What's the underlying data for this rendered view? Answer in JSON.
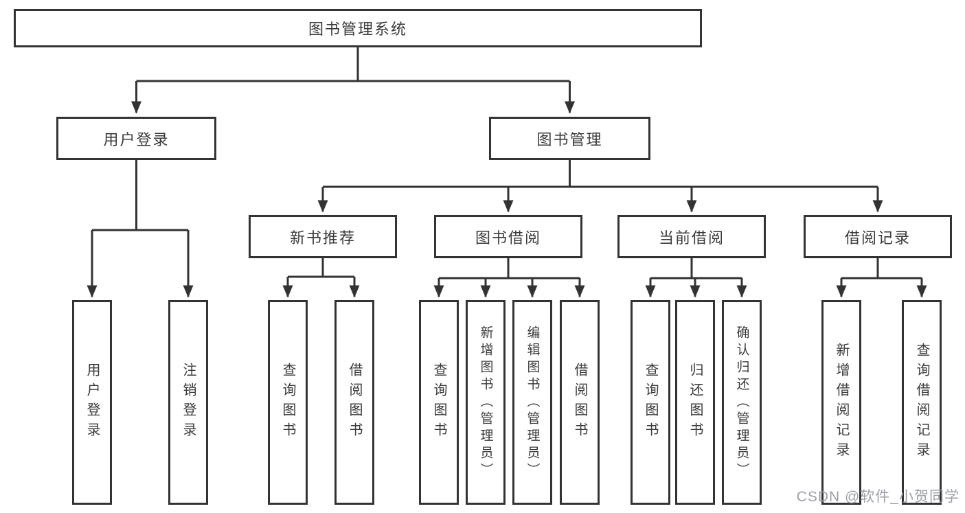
{
  "tree": {
    "root": {
      "label": "图书管理系统"
    },
    "branches": [
      {
        "label": "用户登录",
        "children": [
          {
            "label": "用户登录"
          },
          {
            "label": "注销登录"
          }
        ]
      },
      {
        "label": "图书管理",
        "groups": [
          {
            "label": "新书推荐",
            "children": [
              {
                "label": "查询图书"
              },
              {
                "label": "借阅图书"
              }
            ]
          },
          {
            "label": "图书借阅",
            "children": [
              {
                "label": "查询图书"
              },
              {
                "label": "新增图书（管理员）"
              },
              {
                "label": "编辑图书（管理员）"
              },
              {
                "label": "借阅图书"
              }
            ]
          },
          {
            "label": "当前借阅",
            "children": [
              {
                "label": "查询图书"
              },
              {
                "label": "归还图书"
              },
              {
                "label": "确认归还（管理员）"
              }
            ]
          },
          {
            "label": "借阅记录",
            "children": [
              {
                "label": "新增借阅记录"
              },
              {
                "label": "查询借阅记录"
              }
            ]
          }
        ]
      }
    ]
  },
  "watermark": {
    "text": "CSDN @软件_小贺同学",
    "color": "#9b9fa6"
  },
  "colors": {
    "line": "#333333",
    "text": "#3a3a3a",
    "background": "#ffffff"
  }
}
